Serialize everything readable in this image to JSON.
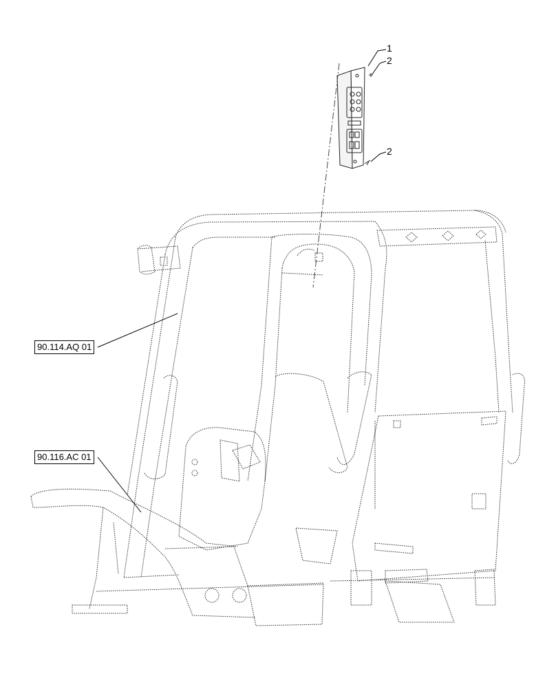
{
  "references": [
    {
      "id": "cab-frame",
      "label": "90.114.AQ 01"
    },
    {
      "id": "seat-console",
      "label": "90.116.AC 01"
    }
  ],
  "callouts": [
    {
      "id": "item-1",
      "label": "1"
    },
    {
      "id": "item-2-top",
      "label": "2"
    },
    {
      "id": "item-2-bottom",
      "label": "2"
    }
  ]
}
